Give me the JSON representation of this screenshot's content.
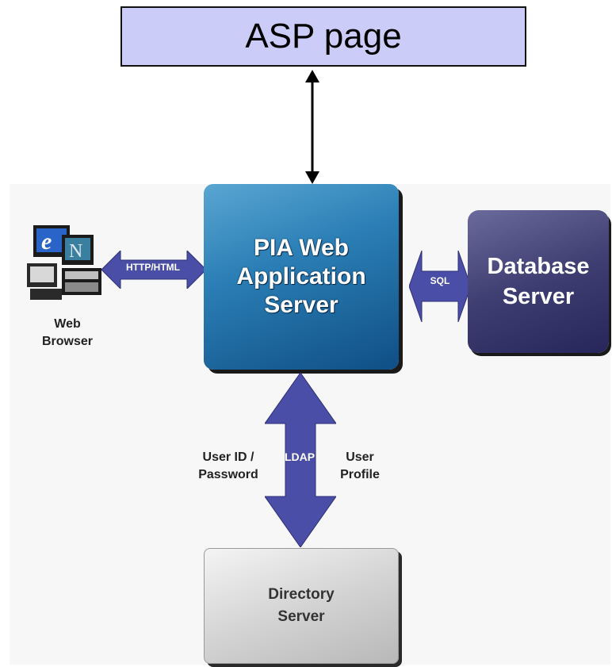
{
  "asp_box": {
    "label": "ASP page"
  },
  "pia_server": {
    "line1": "PIA Web",
    "line2": "Application",
    "line3": "Server"
  },
  "database_server": {
    "line1": "Database",
    "line2": "Server"
  },
  "directory_server": {
    "line1": "Directory",
    "line2": "Server"
  },
  "web_browser": {
    "line1": "Web",
    "line2": "Browser",
    "icon": "web-browser-icon"
  },
  "connectors": {
    "browser_pia": "HTTP/HTML",
    "pia_database": "SQL",
    "pia_directory": "LDAP",
    "directory_left_label": {
      "line1": "User ID /",
      "line2": "Password"
    },
    "directory_right_label": {
      "line1": "User",
      "line2": "Profile"
    }
  },
  "colors": {
    "asp_fill": "#ccccf8",
    "pia_fill": "#2b7fb6",
    "database_fill": "#3e3e72",
    "directory_fill": "#d4d4d4",
    "arrow_fill": "#4b4ea6"
  }
}
